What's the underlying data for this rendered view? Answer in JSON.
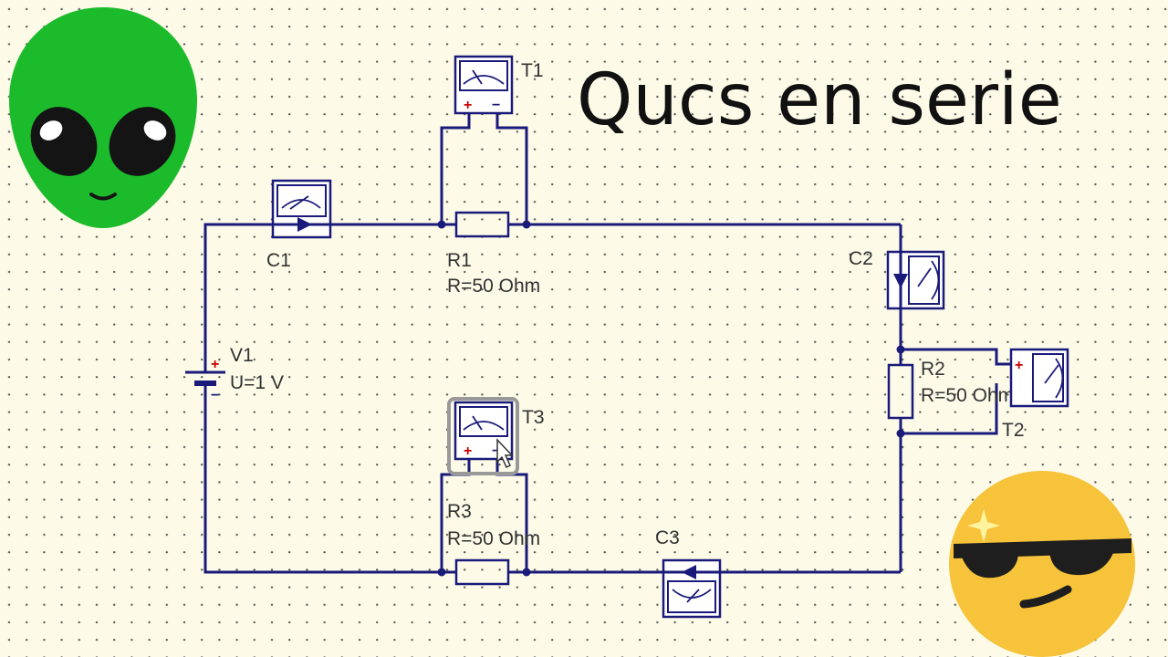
{
  "title": "Qucs en serie",
  "colors": {
    "background": "#fdfbe8",
    "grid_dot": "#555555",
    "wire": "#1a1a7a",
    "plus_pin": "#cc0000",
    "alien": "#1cbb2c",
    "emoji": "#f6c33a"
  },
  "components": {
    "v1": {
      "name": "V1",
      "value": "U=1 V",
      "plus": "+",
      "minus": "−"
    },
    "r1": {
      "name": "R1",
      "value": "R=50 Ohm"
    },
    "r2": {
      "name": "R2",
      "value": "R=50 Ohm"
    },
    "r3": {
      "name": "R3",
      "value": "R=50 Ohm"
    },
    "c1": {
      "name": "C1"
    },
    "c2": {
      "name": "C2"
    },
    "c3": {
      "name": "C3"
    },
    "t1": {
      "name": "T1",
      "plus": "+",
      "minus": "−"
    },
    "t2": {
      "name": "T2",
      "plus": "+"
    },
    "t3": {
      "name": "T3",
      "plus": "+",
      "minus": "−"
    }
  },
  "decorations": {
    "left_icon": "alien-emoji-icon",
    "right_icon": "sunglasses-emoji-icon",
    "cursor": "mouse-pointer-icon"
  }
}
